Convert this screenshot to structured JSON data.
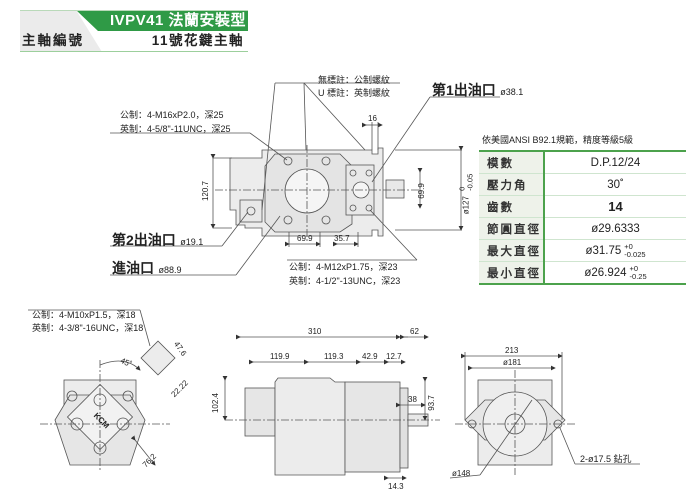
{
  "header": {
    "model_title": "IVPV41 法蘭安裝型",
    "shaft_label": "主軸編號",
    "shaft_value": "11號花鍵主軸",
    "accent_color": "#2f9a46"
  },
  "top_view": {
    "thread_note_none": "無標註：公制螺紋",
    "thread_note_u": "U 標註：英制螺紋",
    "port_a_metric": "公制：4-M16xP2.0，深25",
    "port_a_imperial": "英制：4-5/8\"-11UNC，深25",
    "outlet1_label": "第1出油口",
    "outlet1_dia": "ø38.1",
    "outlet2_label": "第2出油口",
    "outlet2_dia": "ø19.1",
    "inlet_label": "進油口",
    "inlet_dia": "ø88.9",
    "port_b_metric": "公制：4-M12xP1.75，深23",
    "port_b_imperial": "英制：4-1/2\"-13UNC，深23",
    "dims": {
      "d16": "16",
      "d120_7": "120.7",
      "d69_9_v": "69.9",
      "d127": "ø127",
      "d127_tol_upper": "0",
      "d127_tol_lower": "-0.05",
      "d69_9_h": "69.9",
      "d35_7": "35.7"
    }
  },
  "spec_table": {
    "caption": "依美國ANSI B92.1規範，精度等級5級",
    "rows": [
      {
        "label": "模數",
        "value": "D.P.12/24",
        "tol_upper": "",
        "tol_lower": ""
      },
      {
        "label": "壓力角",
        "value": "30˚",
        "tol_upper": "",
        "tol_lower": ""
      },
      {
        "label": "齒數",
        "value": "14",
        "tol_upper": "",
        "tol_lower": ""
      },
      {
        "label": "節圓直徑",
        "value": "ø29.6333",
        "tol_upper": "",
        "tol_lower": ""
      },
      {
        "label": "最大直徑",
        "value": "ø31.75",
        "tol_upper": "+0",
        "tol_lower": "-0.025"
      },
      {
        "label": "最小直徑",
        "value": "ø26.924",
        "tol_upper": "+0",
        "tol_lower": "-0.25"
      }
    ]
  },
  "rear_view": {
    "port_metric": "公制：4-M10xP1.5，深18",
    "port_imperial": "英制：4-3/8\"-16UNC，深18",
    "angle": "45˚",
    "d47_6": "47.6",
    "d22_22": "22.22",
    "d76_2": "76.2",
    "brand": "KCM"
  },
  "side_view": {
    "d310": "310",
    "d62": "62",
    "d119_9": "119.9",
    "d119_3": "119.3",
    "d42_9": "42.9",
    "d12_7": "12.7",
    "d102_4": "102.4",
    "d38": "38",
    "d93_7": "93.7",
    "d14_3": "14.3"
  },
  "front_view": {
    "d213": "213",
    "d181": "ø181",
    "d148": "ø148",
    "holes": "2-ø17.5 鉆孔"
  }
}
